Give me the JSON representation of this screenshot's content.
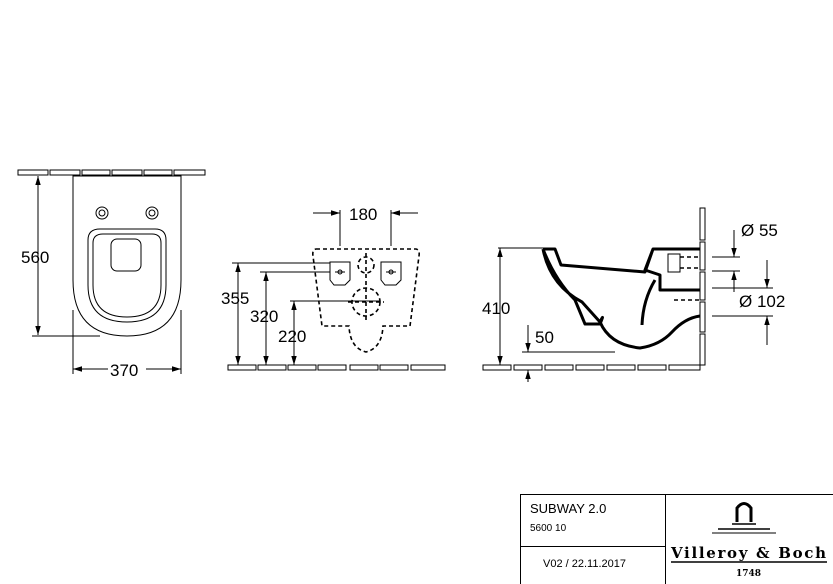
{
  "top_view": {
    "depth": "560",
    "width": "370"
  },
  "front_view": {
    "hole_spacing": "180",
    "height_355": "355",
    "height_320": "320",
    "height_220": "220"
  },
  "side_view": {
    "height": "410",
    "offset": "50",
    "inlet_diameter": "Ø 55",
    "outlet_diameter": "Ø 102"
  },
  "title_block": {
    "product_name": "SUBWAY 2.0",
    "article_number": "5600 10",
    "version": "V02 / 22.11.2017",
    "brand": "Villeroy & Boch",
    "brand_year": "1748"
  }
}
